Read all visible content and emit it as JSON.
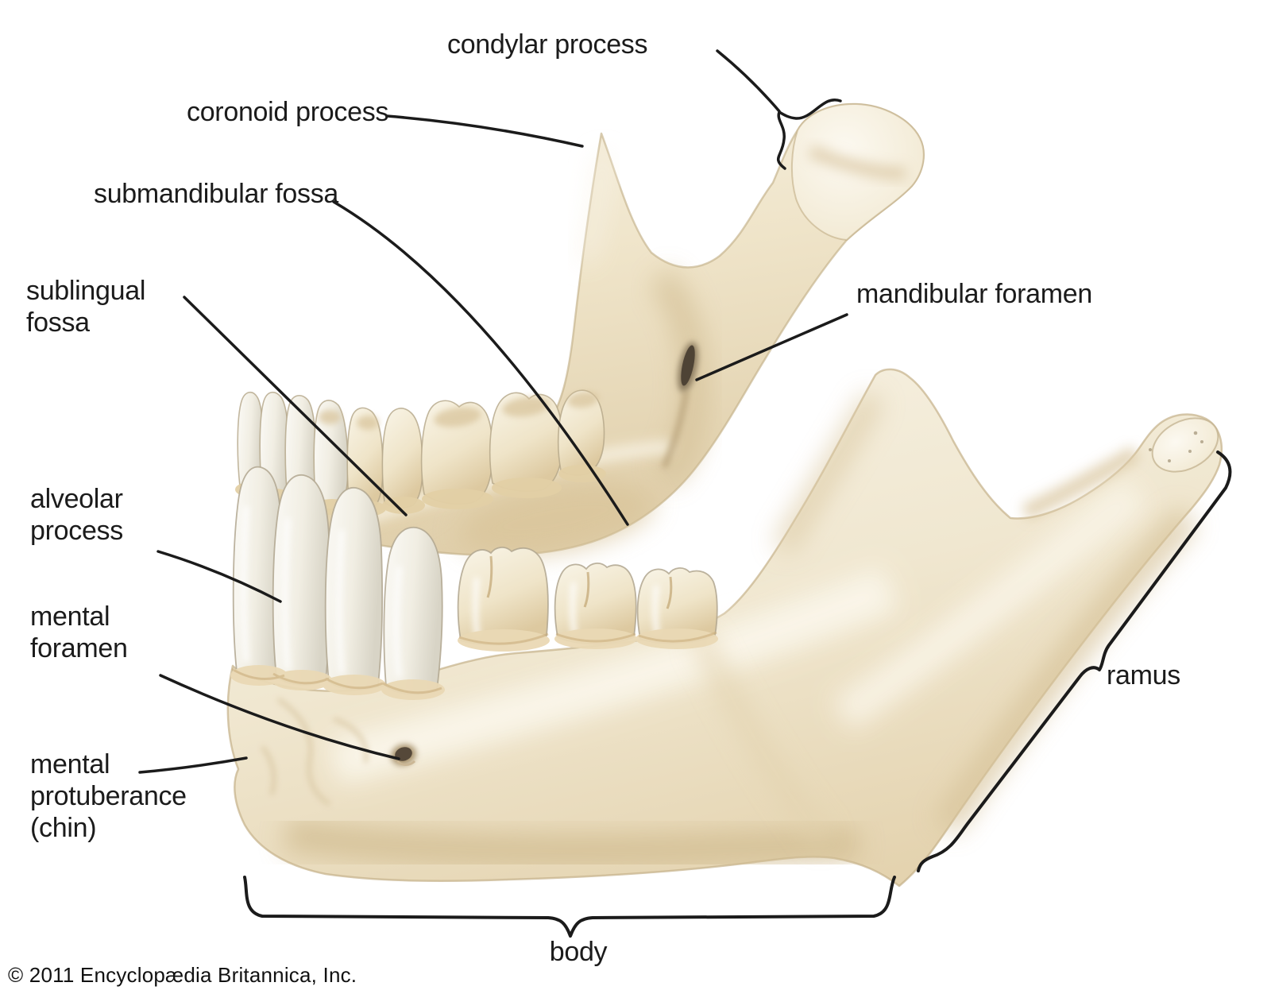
{
  "figure": {
    "title": "mandible (lower jaw) anatomy diagram",
    "background_color": "#ffffff",
    "line_color": "#1b1b1b",
    "bone_base_color": "#efe6cf",
    "bone_shadow_color": "#d8c5a0",
    "bone_highlight_color": "#faf6ec",
    "teeth_color": "#f6f3ea",
    "foramen_color": "#4e4335"
  },
  "labels": {
    "condylar_process": "condylar process",
    "coronoid_process": "coronoid process",
    "submandibular_fossa": "submandibular fossa",
    "sublingual_fossa": "sublingual\nfossa",
    "mandibular_foramen": "mandibular foramen",
    "alveolar_process": "alveolar\nprocess",
    "mental_foramen": "mental\nforamen",
    "mental_protuberance": "mental\nprotuberance\n(chin)",
    "ramus": "ramus",
    "body": "body"
  },
  "credit": "© 2011 Encyclopædia Britannica, Inc."
}
